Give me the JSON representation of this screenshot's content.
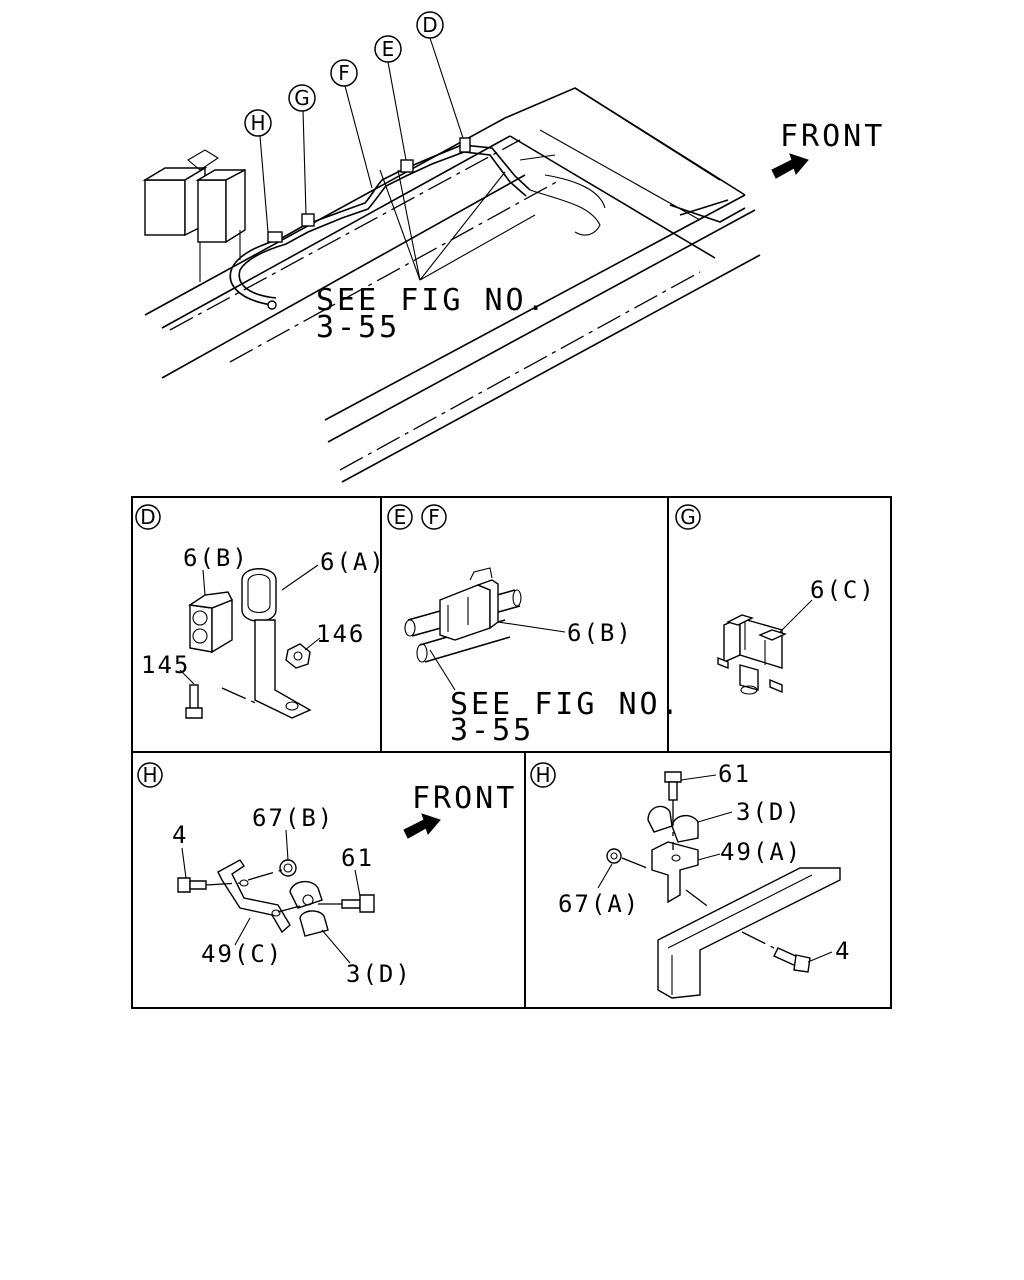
{
  "main_view": {
    "front_label": "FRONT",
    "see_fig_line1": "SEE FIG NO.",
    "see_fig_line2": "3-55",
    "callouts": [
      "D",
      "E",
      "F",
      "G",
      "H"
    ]
  },
  "panels": {
    "d": {
      "marker": "D",
      "labels": {
        "p6b": "6(B)",
        "p6a": "6(A)",
        "p146": "146",
        "p145": "145"
      }
    },
    "ef": {
      "marker1": "E",
      "marker2": "F",
      "labels": {
        "p6b": "6(B)",
        "see_fig_line1": "SEE FIG NO.",
        "see_fig_line2": "3-55"
      }
    },
    "g": {
      "marker": "G",
      "labels": {
        "p6c": "6(C)"
      }
    },
    "h1": {
      "marker": "H",
      "front_label": "FRONT",
      "labels": {
        "p4": "4",
        "p67b": "67(B)",
        "p61": "61",
        "p49c": "49(C)",
        "p3d": "3(D)"
      }
    },
    "h2": {
      "marker": "H",
      "labels": {
        "p61": "61",
        "p3d": "3(D)",
        "p49a": "49(A)",
        "p67a": "67(A)",
        "p4": "4"
      }
    }
  }
}
